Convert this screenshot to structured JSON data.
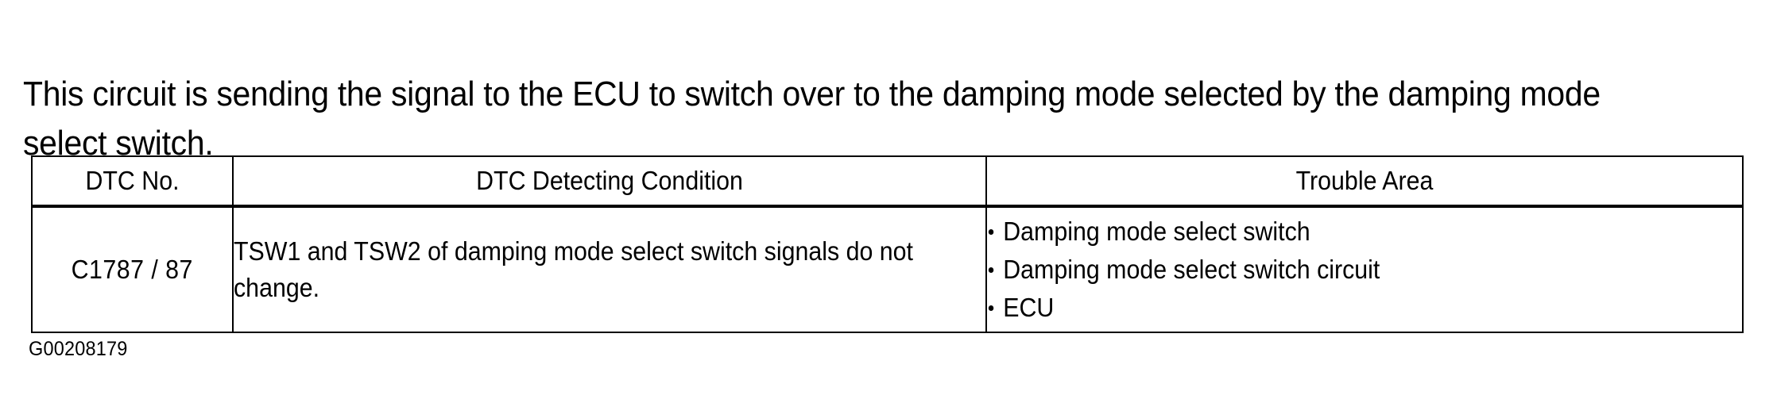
{
  "document": {
    "intro_paragraph": "This circuit is sending the signal to the ECU to switch over to the damping mode selected by the damping mode select switch.",
    "figure_code": "G00208179"
  },
  "table": {
    "headers": {
      "dtc_no": "DTC No.",
      "detecting_condition": "DTC Detecting Condition",
      "trouble_area": "Trouble Area"
    },
    "rows": [
      {
        "dtc_no": "C1787 / 87",
        "detecting_condition": "TSW1 and TSW2 of damping mode select switch signals do not change.",
        "trouble_area": [
          "Damping mode select switch",
          "Damping mode select switch circuit",
          "ECU"
        ]
      }
    ]
  },
  "style": {
    "text_color": "#000000",
    "background_color": "#ffffff",
    "border_color": "#000000"
  }
}
